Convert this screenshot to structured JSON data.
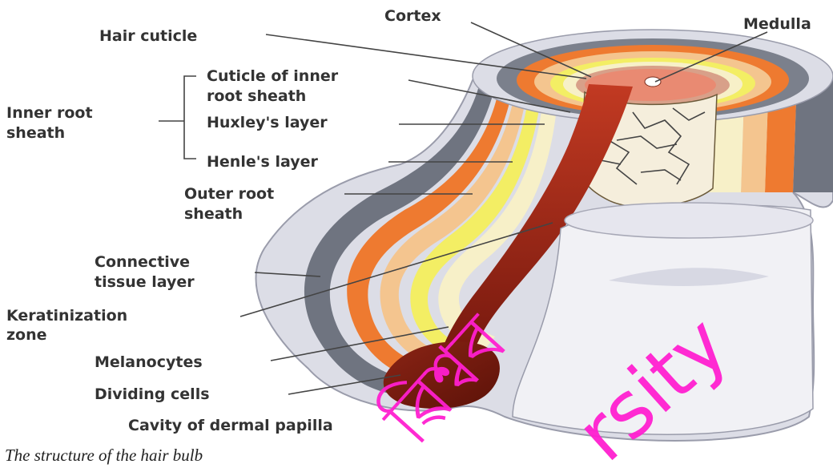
{
  "labels": {
    "cortex": "Cortex",
    "medulla": "Medulla",
    "hair_cuticle": "Hair cuticle",
    "cuticle_inner_line1": "Cuticle of inner",
    "cuticle_inner_line2": "root sheath",
    "inner_root_line1": "Inner root",
    "inner_root_line2": "sheath",
    "huxley": "Huxley's layer",
    "henle": "Henle's layer",
    "outer_root_line1": "Outer root",
    "outer_root_line2": "sheath",
    "connective_line1": "Connective",
    "connective_line2": "tissue layer",
    "keratin_line1": "Keratinization",
    "keratin_line2": "zone",
    "melanocytes": "Melanocytes",
    "dividing": "Dividing cells",
    "cavity": "Cavity of dermal papilla"
  },
  "caption": "The structure of the hair bulb",
  "watermark": {
    "word1": "ৱিশ্বব",
    "word2": "rsity",
    "color": "#ff1fd0"
  },
  "colors": {
    "outer_gray": "#dcdde6",
    "slate": "#6f7480",
    "orange": "#ee7a30",
    "peach": "#f4c58f",
    "yellow": "#f3ee64",
    "cream": "#f7f0c8",
    "maroon": "#9b2a1a",
    "cortex_top": "#e98a72"
  }
}
